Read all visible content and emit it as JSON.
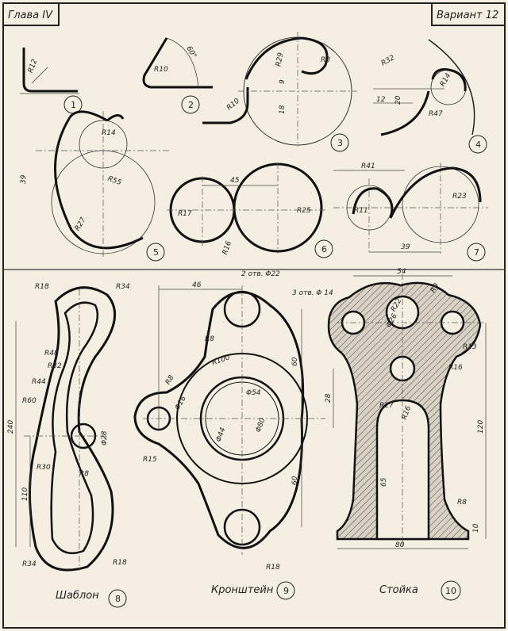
{
  "header": {
    "chapter": "Глава IV",
    "variant": "Вариант 12"
  },
  "figures": {
    "f1": {
      "num": "1",
      "labels": [
        "R12"
      ]
    },
    "f2": {
      "num": "2",
      "labels": [
        "R10",
        "60°"
      ]
    },
    "f3": {
      "num": "3",
      "labels": [
        "R29",
        "R8",
        "9",
        "18",
        "R10"
      ]
    },
    "f4": {
      "num": "4",
      "labels": [
        "R32",
        "R14",
        "12",
        "20",
        "R47"
      ]
    },
    "f5": {
      "num": "5",
      "labels": [
        "R14",
        "39",
        "R55",
        "R27"
      ]
    },
    "f6": {
      "num": "6",
      "labels": [
        "45",
        "R17",
        "R25",
        "R16"
      ]
    },
    "f7": {
      "num": "7",
      "labels": [
        "R41",
        "R11",
        "R23",
        "39"
      ]
    },
    "f8": {
      "num": "8",
      "caption": "Шаблон",
      "labels": [
        "R18",
        "R34",
        "R48",
        "R32",
        "R44",
        "R60",
        "240",
        "Φ28",
        "R30",
        "R8",
        "110",
        "R34",
        "R18"
      ]
    },
    "f9": {
      "num": "9",
      "caption": "Кронштейн",
      "labels": [
        "46",
        "2 отв. Φ22",
        "R8",
        "R100",
        "R8",
        "Φ16",
        "Φ54",
        "60",
        "Φ44",
        "Φ80",
        "R15",
        "60",
        "R18"
      ]
    },
    "f10": {
      "num": "10",
      "caption": "Стойка",
      "labels": [
        "54",
        "3 отв. Φ 14",
        "R9",
        "R22",
        "Φ26",
        "R13",
        "R16",
        "28",
        "R27",
        "R16",
        "120",
        "65",
        "R8",
        "10",
        "80"
      ]
    }
  }
}
